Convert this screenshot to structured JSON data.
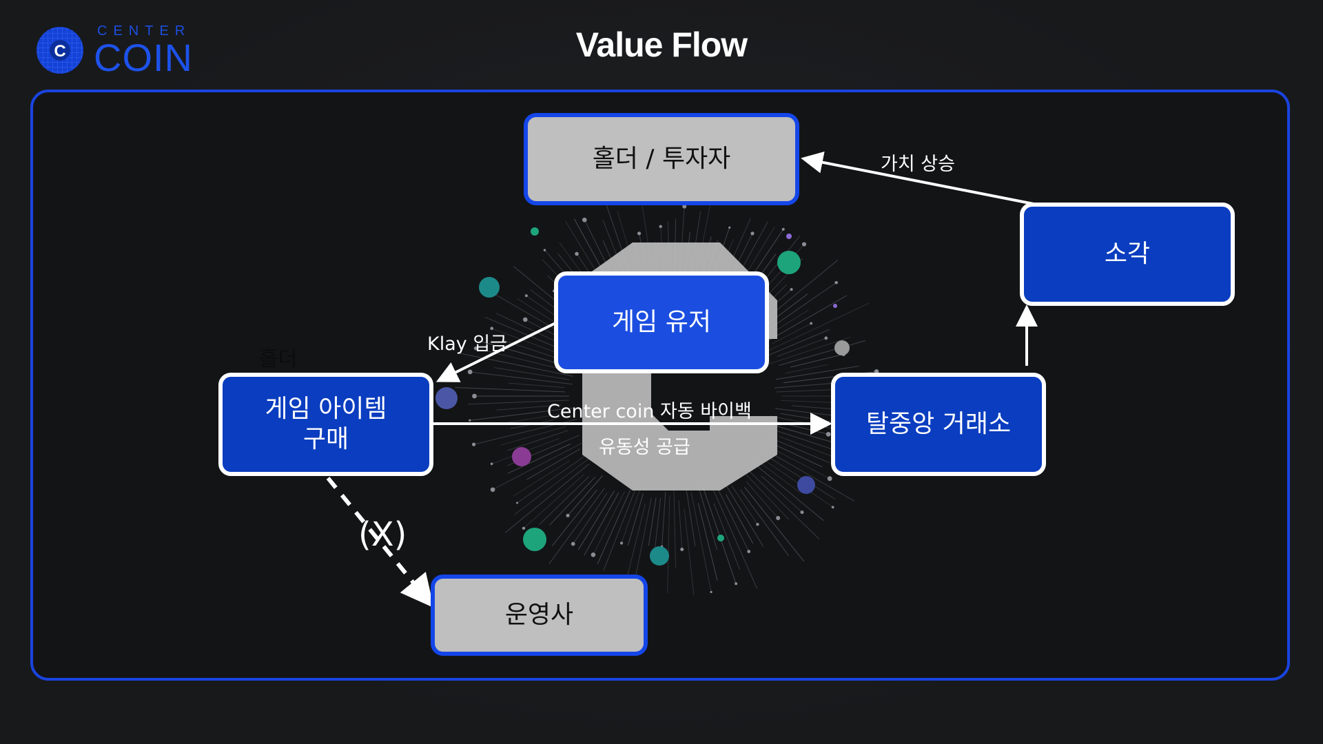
{
  "logo": {
    "small": "CENTER",
    "big": "COIN",
    "mark": "C"
  },
  "title": "Value Flow",
  "nodes": {
    "holder_investor": "홀더 / 투자자",
    "game_user": "게임 유저",
    "item_purchase": "게임 아이템\n구매",
    "dex": "탈중앙 거래소",
    "burn": "소각",
    "operator": "운영사"
  },
  "labels": {
    "value_rise": "가치 상승",
    "klay_deposit": "Klay 입금",
    "holder_small": "홀더",
    "buyback": "Center coin 자동 바이백",
    "liquidity": "유동성 공급",
    "x_mark": "(X)"
  },
  "colors": {
    "accent_blue": "#1446e8",
    "node_blue": "#0a3dbf",
    "node_gray": "#bfbfbf"
  }
}
